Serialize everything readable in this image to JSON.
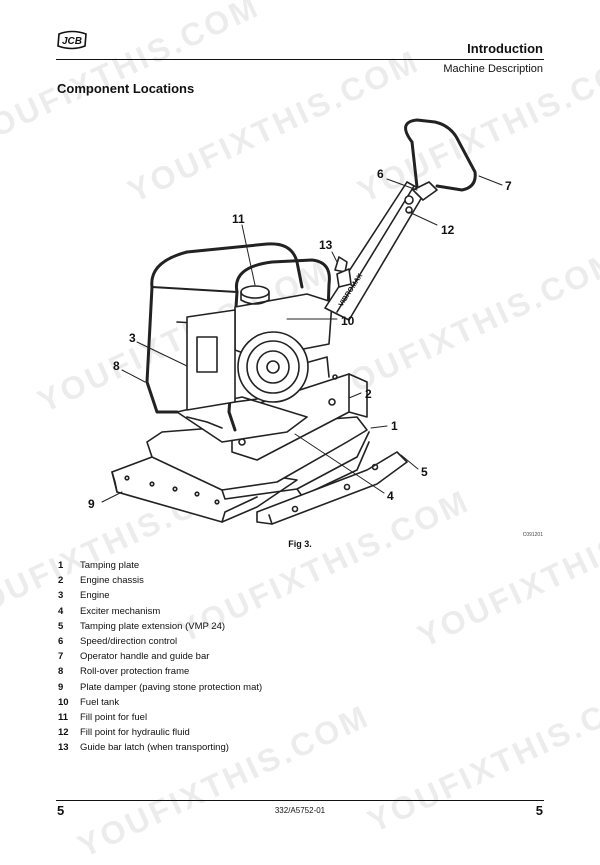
{
  "brand": {
    "logo_text": "JCB",
    "watermark": "YOUFIXTHIS.COM"
  },
  "header": {
    "section": "Introduction",
    "subsection": "Machine Description",
    "title": "Component Locations"
  },
  "figure": {
    "caption": "Fig 3.",
    "code": "C091201",
    "embossed_brand": "VIBROMAX",
    "callouts": [
      "1",
      "2",
      "3",
      "4",
      "5",
      "6",
      "7",
      "8",
      "9",
      "10",
      "11",
      "12",
      "13"
    ]
  },
  "legend": [
    {
      "num": "1",
      "text": "Tamping plate"
    },
    {
      "num": "2",
      "text": "Engine chassis"
    },
    {
      "num": "3",
      "text": "Engine"
    },
    {
      "num": "4",
      "text": "Exciter mechanism"
    },
    {
      "num": "5",
      "text": "Tamping plate extension (VMP 24)"
    },
    {
      "num": "6",
      "text": "Speed/direction control"
    },
    {
      "num": "7",
      "text": "Operator handle and guide bar"
    },
    {
      "num": "8",
      "text": "Roll-over protection frame"
    },
    {
      "num": "9",
      "text": "Plate damper (paving stone protection mat)"
    },
    {
      "num": "10",
      "text": "Fuel tank"
    },
    {
      "num": "11",
      "text": "Fill point for fuel"
    },
    {
      "num": "12",
      "text": "Fill point for hydraulic fluid"
    },
    {
      "num": "13",
      "text": "Guide bar latch (when transporting)"
    }
  ],
  "footer": {
    "page_left": "5",
    "doc_code": "332/A5752-01",
    "page_right": "5"
  }
}
